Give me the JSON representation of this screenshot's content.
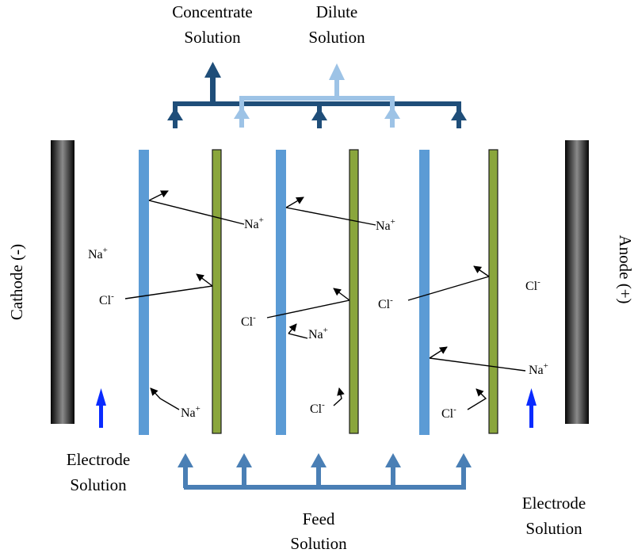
{
  "top": {
    "concentrate": [
      "Concentrate",
      "Solution"
    ],
    "dilute": [
      "Dilute",
      "Solution"
    ]
  },
  "electrodes": {
    "cathode": "Cathode (-)",
    "anode": "Anode (+)"
  },
  "bottom": {
    "electrode_left": [
      "Electrode",
      "Solution"
    ],
    "electrode_right": [
      "Electrode",
      "Solution"
    ],
    "feed": [
      "Feed",
      "Solution"
    ]
  },
  "ions": {
    "na": "Na",
    "cl": "Cl",
    "plus": "+",
    "minus": "-"
  },
  "colors": {
    "cation_membrane": "#5b9bd5",
    "anion_membrane": "#8aa63c",
    "concentrate_stream": "#1f4e79",
    "dilute_stream": "#9dc3e6",
    "feed_stream": "#4a7fb5",
    "electrode_flow": "#0a2bff"
  }
}
